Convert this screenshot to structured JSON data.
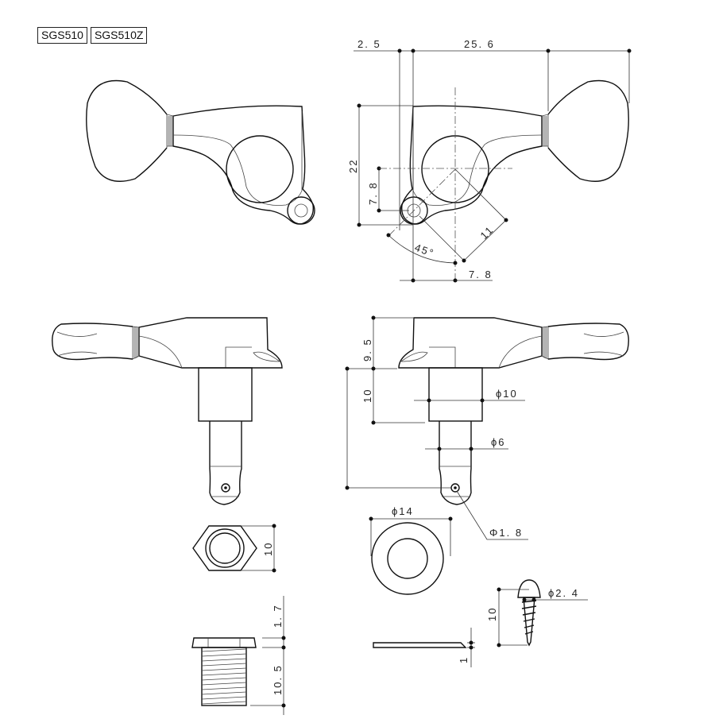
{
  "models": [
    "SGS510",
    "SGS510Z"
  ],
  "dimensions": {
    "offset_x": "2. 5",
    "overall_length": "25. 6",
    "height": "22",
    "screw_offset_y": "7. 8",
    "screw_distance": "11",
    "angle": "45°",
    "screw_offset_x": "7. 8",
    "body_height": "9. 5",
    "bushing_length": "10",
    "bushing_diameter": "ϕ10",
    "post_diameter": "ϕ6",
    "string_hole_diameter": "Φ1. 8",
    "washer_diameter": "ϕ14",
    "nut_size": "10",
    "nut_flange": "1. 7",
    "nut_thread_length": "10. 5",
    "screw_diameter": "ϕ2. 4",
    "screw_length": "10",
    "washer_thickness": "1"
  }
}
